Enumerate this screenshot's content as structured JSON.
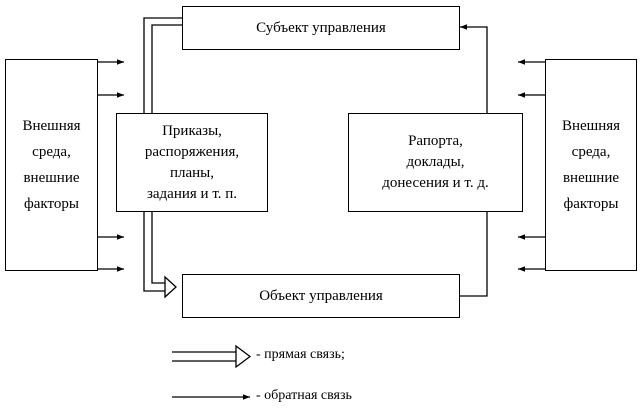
{
  "boxes": {
    "subject": "Субъект управления",
    "object": "Объект управления",
    "orders": "Приказы,\nраспоряжения,\nпланы,\nзадания и т. п.",
    "reports": "Рапорта,\nдоклады,\nдонесения и т. д.",
    "env_left": "Внешняя\nсреда,\nвнешние\nфакторы",
    "env_right": "Внешняя\nсреда,\nвнешние\nфакторы"
  },
  "legend": {
    "direct": "- прямая связь;",
    "feedback": "- обратная связь"
  }
}
